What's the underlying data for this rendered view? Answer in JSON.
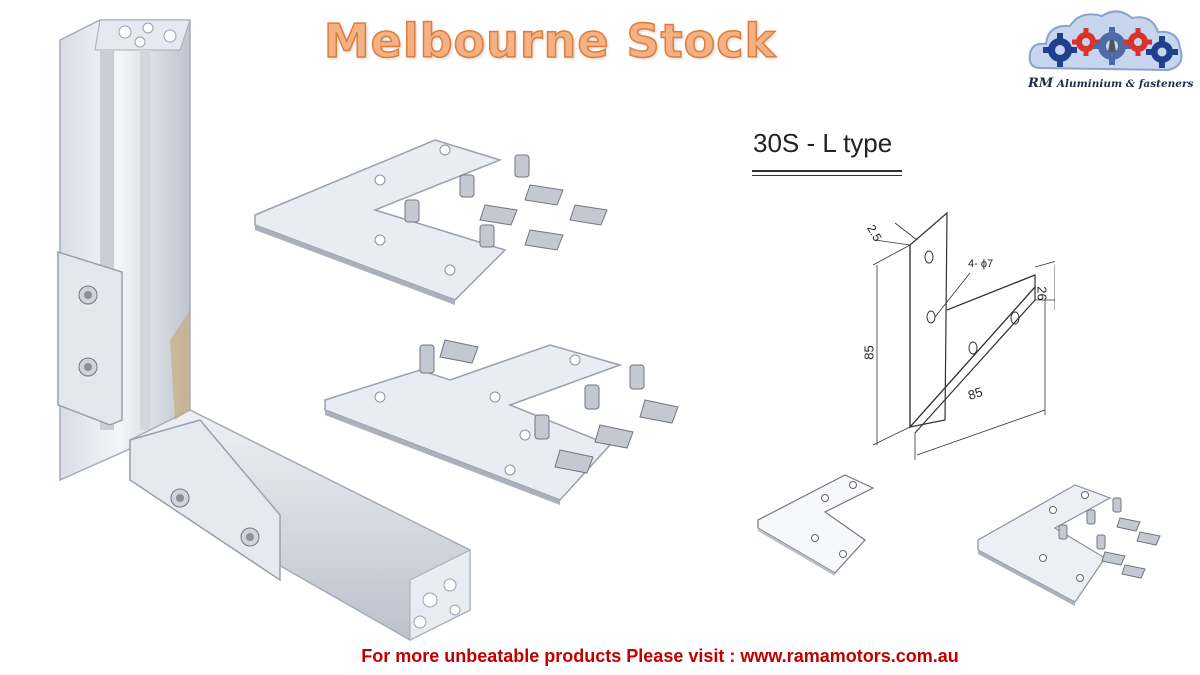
{
  "banner": {
    "title": "Melbourne  Stock",
    "subtitle": "30S - L type",
    "footer": "For more unbeatable products Please visit : www.ramamotors.com.au"
  },
  "logo": {
    "brand_prefix": "RM",
    "brand_rest": " Aluminium & fasteners"
  },
  "drawing": {
    "dim_thickness": "2.5",
    "dim_holes": "4- ϕ7",
    "dim_width": "26",
    "dim_height": "85",
    "dim_length": "85"
  },
  "colors": {
    "title_fill": "#f4b183",
    "title_stroke": "#e07b39",
    "footer_text": "#c00000",
    "logo_cloud": "#a9bfdf",
    "logo_gear_red": "#d9332b",
    "logo_gear_blue": "#1f3f8f"
  },
  "images": [
    "aluminium-profile-corner-icon",
    "l-bracket-plate-with-tnuts-icon",
    "t-bracket-plate-with-tnuts-icon",
    "l-bracket-technical-drawing-icon",
    "plain-l-bracket-icon",
    "l-bracket-kit-icon"
  ]
}
